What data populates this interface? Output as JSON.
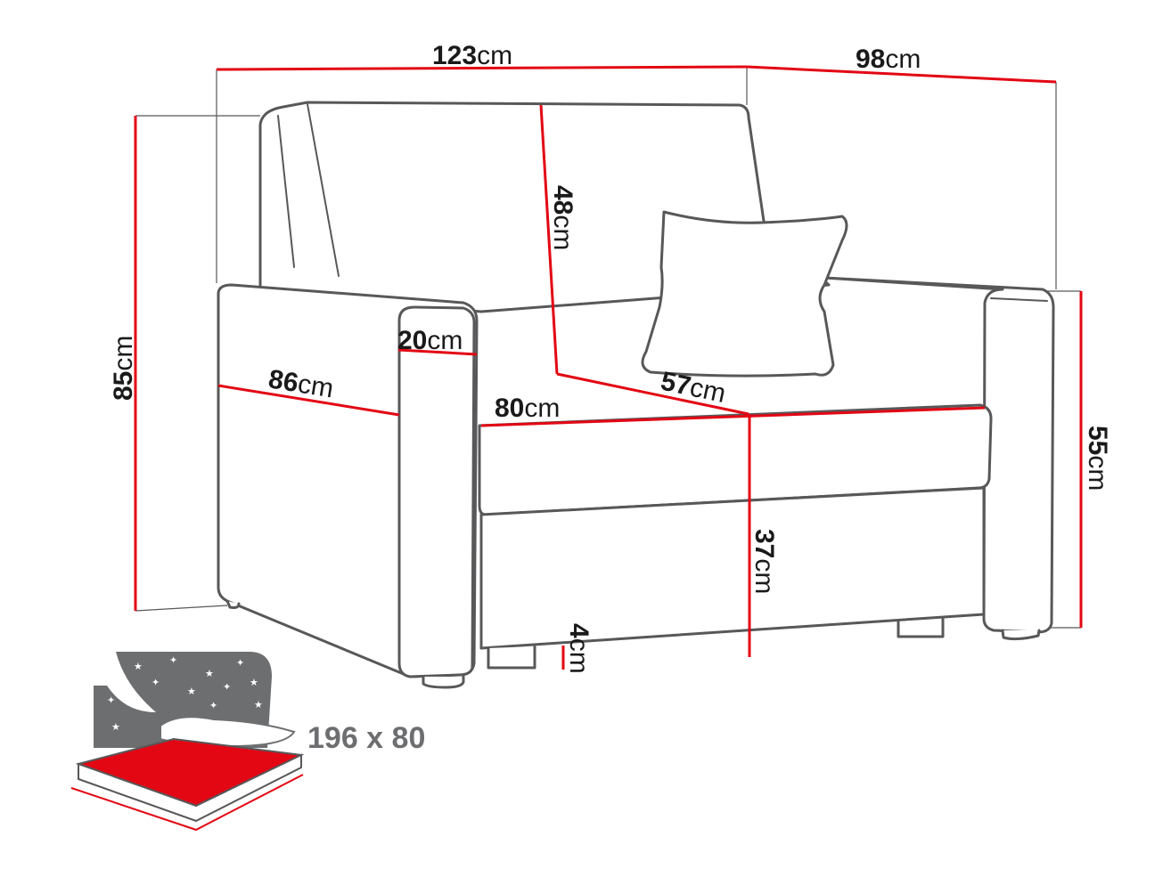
{
  "colors": {
    "dimension_line": "#e30613",
    "outline": "#58585a",
    "bed_icon": "#6d6e70"
  },
  "dimensions": {
    "width_total": {
      "value": "123",
      "unit": "cm"
    },
    "depth_total": {
      "value": "98",
      "unit": "cm"
    },
    "height_total": {
      "value": "85",
      "unit": "cm"
    },
    "backrest_height": {
      "value": "48",
      "unit": "cm"
    },
    "armrest_width": {
      "value": "20",
      "unit": "cm"
    },
    "armrest_depth": {
      "value": "86",
      "unit": "cm"
    },
    "seat_depth": {
      "value": "57",
      "unit": "cm"
    },
    "seat_width": {
      "value": "80",
      "unit": "cm"
    },
    "armrest_height": {
      "value": "55",
      "unit": "cm"
    },
    "seat_height": {
      "value": "37",
      "unit": "cm"
    },
    "leg_height": {
      "value": "4",
      "unit": "cm"
    }
  },
  "sleeping_area": {
    "label": "196 x 80",
    "icon": "bed-with-night-sky-icon"
  }
}
